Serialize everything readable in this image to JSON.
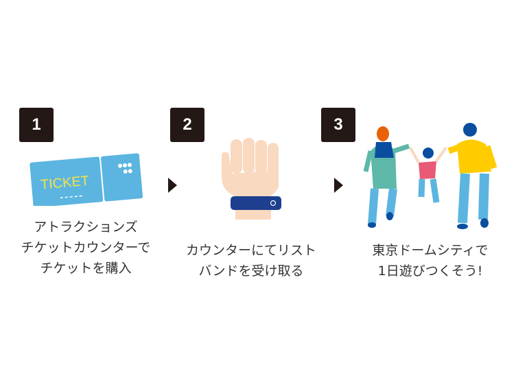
{
  "steps": [
    {
      "number": "1",
      "ticket_text": "TICKET",
      "lines": [
        "アトラクションズ",
        "チケットカウンターで",
        "チケットを購入"
      ]
    },
    {
      "number": "2",
      "lines": [
        "カウンターにてリスト",
        "バンドを受け取る"
      ]
    },
    {
      "number": "3",
      "lines": [
        "東京ドームシティで",
        "1日遊びつくそう!"
      ]
    }
  ],
  "colors": {
    "badge": "#231815",
    "ticket": "#5bb5e0",
    "ticket_text": "#f5e14a",
    "skin": "#f9d9c0",
    "band": "#1e3f8f"
  }
}
